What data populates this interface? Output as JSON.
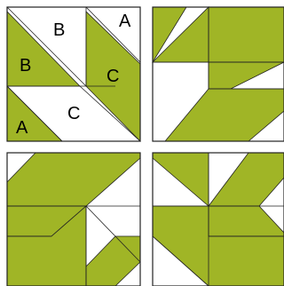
{
  "colors": {
    "green": "#a0b526",
    "white": "#ffffff",
    "outline": "#222222",
    "background": "#ffffff"
  },
  "labels": {
    "a_top": "A",
    "b_top": "B",
    "b_left": "B",
    "c_right": "C",
    "a_bottom": "A",
    "c_bottom": "C"
  }
}
